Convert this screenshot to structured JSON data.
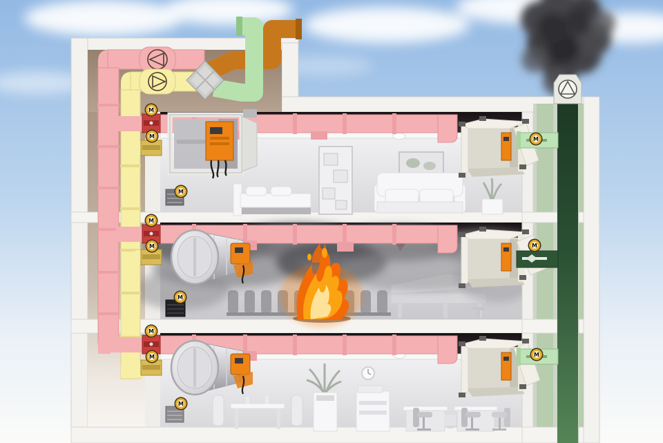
{
  "scene": {
    "description_labels": {
      "motor_badge": "M"
    }
  },
  "labels": {
    "motor_badge": "M"
  },
  "icons": {
    "fan_icon": "triangle-in-circle",
    "roof_fan_icon": "triangle-in-circle",
    "motor_badge_icon": "circled-M",
    "sprinkler_icon": "red-sprinkler-head",
    "smoke_detector_icon": "white-ceiling-disc",
    "fire_icon": "flames",
    "smoke_icon": "grey-smoke-cloud",
    "exhaust_smoke_icon": "black-smoke-plume"
  },
  "colors": {
    "sky": "#9cbfe6",
    "supply_duct_pink": "#f5b0b3",
    "extract_duct_yellow": "#f7efa5",
    "fresh_air_duct_green": "#b7e2ae",
    "exhaust_duct_orange": "#c8781c",
    "smoke_extract_duct_dark_green": "#24452c",
    "smoke_damper_stub_green": "#bfe3b8",
    "fire_damper_red": "#c8403e",
    "damper_gold": "#d9bc55",
    "actuator_orange": "#ee8316",
    "motor_badge_gold": "#e3af2f",
    "shaft_brown": "#ab9685",
    "fire_orange": "#f26a07",
    "fire_yellow": "#ffe29a"
  },
  "structure": {
    "floors": [
      {
        "name": "top-floor-bedroom"
      },
      {
        "name": "middle-floor-fire-room"
      },
      {
        "name": "ground-floor-office"
      }
    ]
  }
}
